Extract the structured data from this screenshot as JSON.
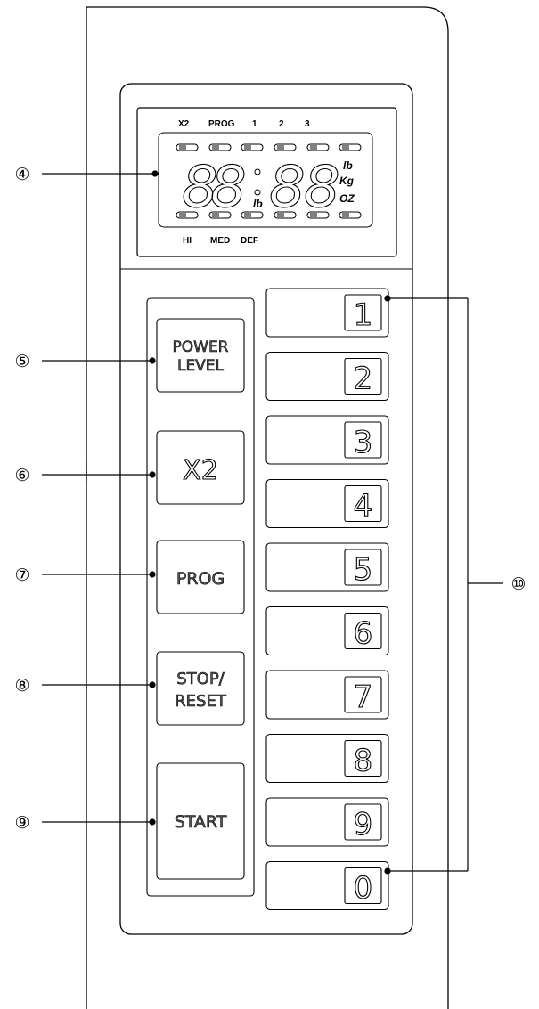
{
  "display": {
    "top_labels": [
      "X2",
      "PROG",
      "1",
      "2",
      "3"
    ],
    "bottom_labels": [
      "HI",
      "MED",
      "DEF"
    ],
    "digits": [
      "8",
      "8",
      "8",
      "8"
    ],
    "units": [
      "lb",
      "Kg",
      "OZ"
    ],
    "center_unit": "lb"
  },
  "buttons": {
    "power_level": [
      "POWER",
      "LEVEL"
    ],
    "x2": "X2",
    "prog": "PROG",
    "stop_reset": [
      "STOP/",
      "RESET"
    ],
    "start": "START"
  },
  "keypad": [
    "1",
    "2",
    "3",
    "4",
    "5",
    "6",
    "7",
    "8",
    "9",
    "0"
  ],
  "callouts": {
    "display": "④",
    "power_level": "⑤",
    "x2": "⑥",
    "prog": "⑦",
    "stop_reset": "⑧",
    "start": "⑨",
    "number_pads": "⑩"
  }
}
